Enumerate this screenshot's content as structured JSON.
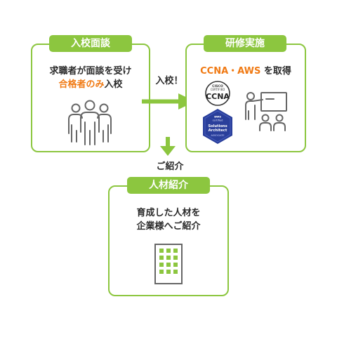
{
  "interview": {
    "tag": "入校面談",
    "line1": "求職者が面談を受け",
    "line2_highlight": "合格者のみ",
    "line2_rest": "入校",
    "icon": "people-group-icon"
  },
  "arrow_right_label": "入校！",
  "training": {
    "tag": "研修実施",
    "highlight": "CCNA・AWS",
    "rest": " を取得",
    "cisco_badge": {
      "line1": "CISCO",
      "line2": "CERTIFIED",
      "name": "CCNA"
    },
    "aws_badge": {
      "top": "aws",
      "certified": "certified",
      "name1": "Solutions",
      "name2": "Architect",
      "level": "ASSOCIATE"
    },
    "icon": "presentation-instructor-icon"
  },
  "arrow_down_label": "ご紹介",
  "placement": {
    "tag": "人材紹介",
    "line1": "育成した人材を",
    "line2": "企業様へご紹介",
    "icon": "office-building-icon"
  },
  "colors": {
    "accent": "#8cc63f",
    "highlight": "#f07a14",
    "icon_stroke": "#666666",
    "aws_badge": "#2a3f9b"
  }
}
